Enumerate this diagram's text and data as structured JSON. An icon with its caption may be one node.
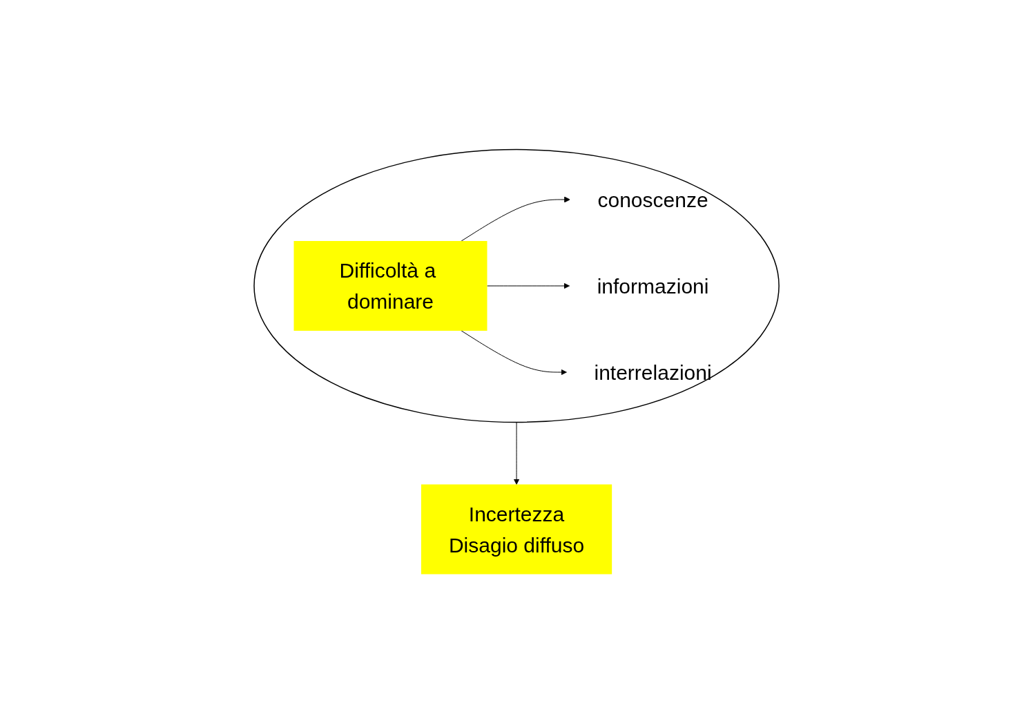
{
  "diagram": {
    "nodes": [
      {
        "text": [],
        "shape": "ellipse"
      },
      {
        "text": [
          "Difficoltà a dominare"
        ],
        "in": 0
      },
      {
        "text": [
          "conoscenze"
        ],
        "in": 0
      },
      {
        "text": [
          "informazioni"
        ],
        "in": 0
      },
      {
        "text": [
          "interrelazioni"
        ],
        "in": 0
      },
      {
        "text": [
          "Incertezza",
          "Disagio diffuso"
        ]
      }
    ],
    "edges": [
      {
        "from": 1,
        "to": 2,
        "arrow": "to"
      },
      {
        "from": 1,
        "to": 3,
        "arrow": "to"
      },
      {
        "from": 1,
        "to": 4,
        "arrow": "to"
      },
      {
        "from": 0,
        "to": 5,
        "arrow": "to"
      }
    ]
  }
}
